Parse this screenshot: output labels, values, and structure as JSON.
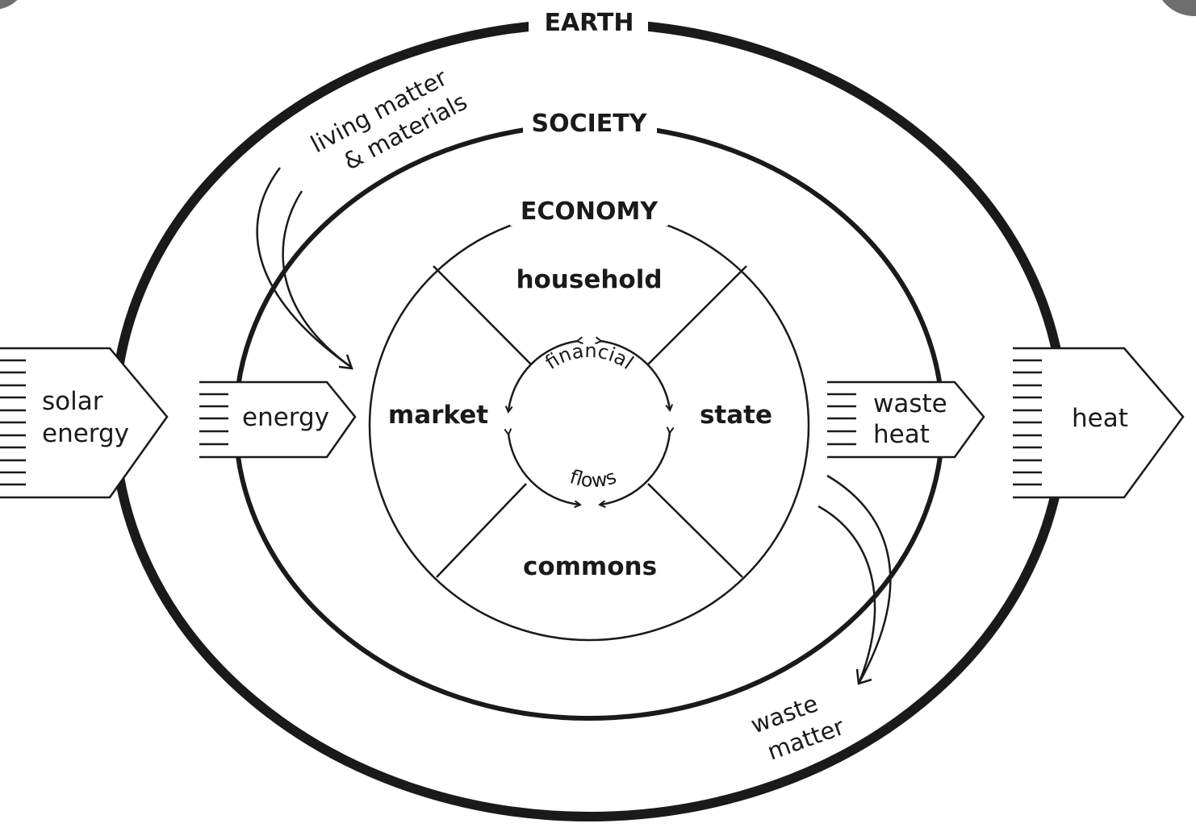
{
  "diagram": {
    "rings": {
      "earth": "EARTH",
      "society": "SOCIETY",
      "economy": "ECONOMY"
    },
    "sectors": {
      "household": "household",
      "market": "market",
      "state": "state",
      "commons": "commons"
    },
    "inner_flows": {
      "top": "financial",
      "bottom": "flows"
    },
    "inputs": {
      "solar_energy": [
        "solar",
        "energy"
      ],
      "energy": "energy",
      "living_matter": [
        "living matter",
        "& materials"
      ]
    },
    "outputs": {
      "waste_heat": [
        "waste",
        "heat"
      ],
      "heat": "heat",
      "waste_matter": [
        "waste",
        "matter"
      ]
    },
    "colors": {
      "line": "#1a1a1a",
      "background": "#ffffff",
      "corner_circle": "#6e6e6e"
    }
  }
}
